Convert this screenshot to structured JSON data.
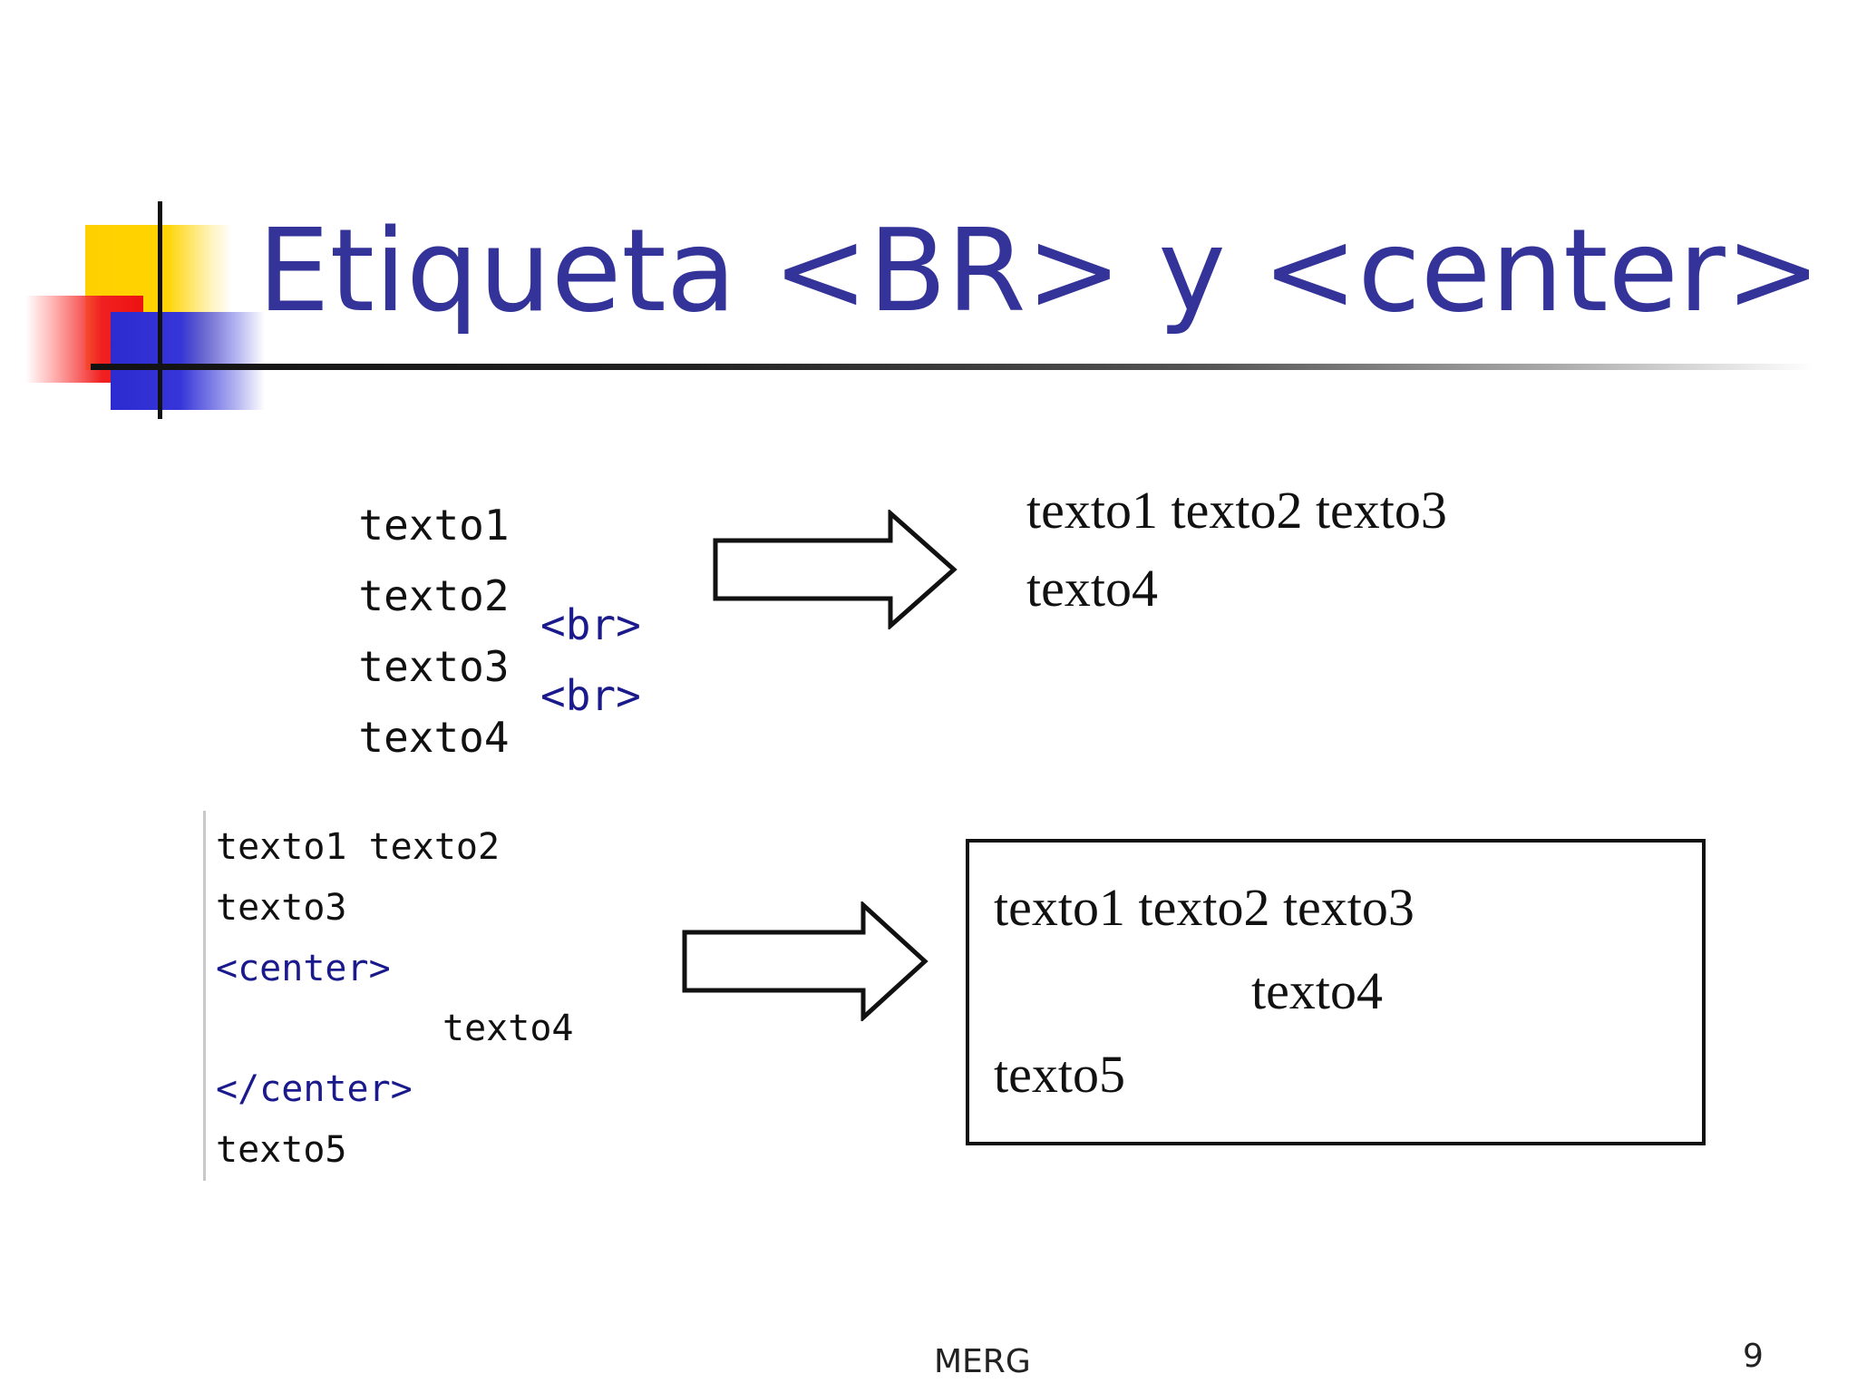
{
  "title": "Etiqueta <BR> y <center>",
  "example1": {
    "code_lines": [
      {
        "text": "texto1",
        "tag": ""
      },
      {
        "text": "texto2",
        "tag": ""
      },
      {
        "text": "texto3",
        "tag": "<br>"
      },
      {
        "text": "texto4",
        "tag": "<br>"
      }
    ],
    "output_lines": [
      "texto1 texto2 texto3",
      "texto4"
    ]
  },
  "example2": {
    "code_lines": [
      {
        "text": "texto1 texto2",
        "tag": false
      },
      {
        "text": "texto3",
        "tag": false
      },
      {
        "text": "<center>",
        "tag": true
      },
      {
        "text": "texto4",
        "tag": false
      },
      {
        "text": "</center>",
        "tag": true
      },
      {
        "text": "texto5",
        "tag": false
      }
    ],
    "output_lines": [
      "texto1 texto2 texto3",
      "texto4",
      "texto5"
    ]
  },
  "footer": {
    "center_text": "MERG",
    "page_number": "9"
  }
}
